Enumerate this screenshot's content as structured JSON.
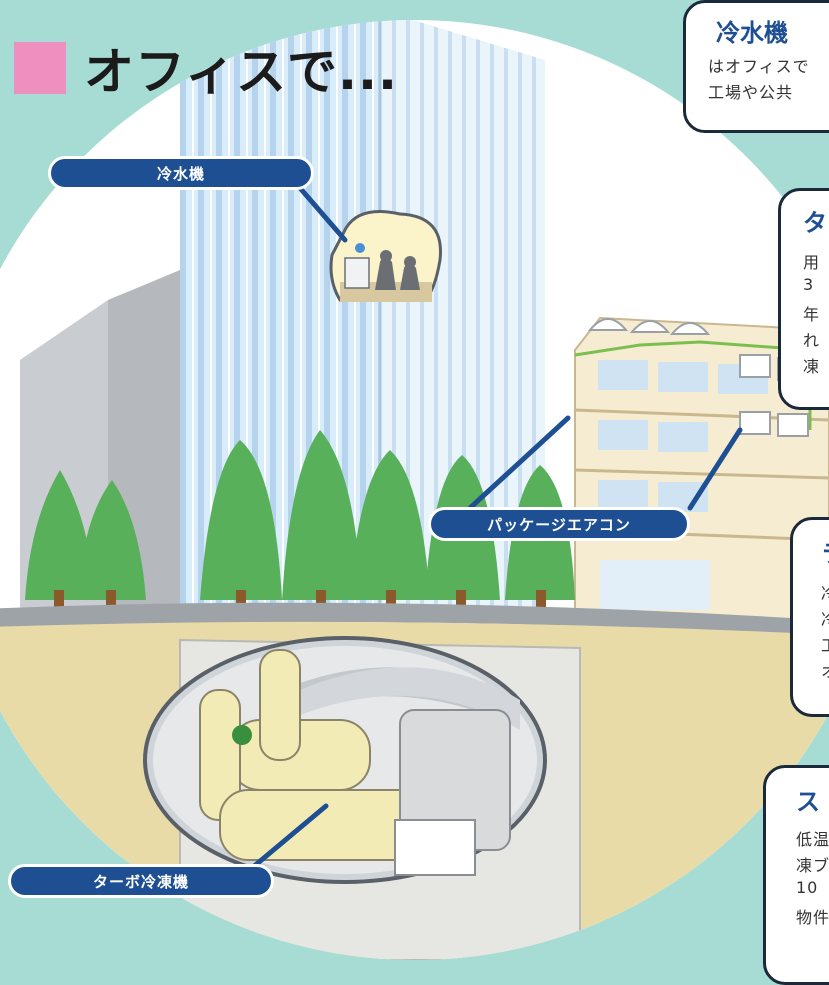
{
  "page": {
    "title": "オフィスで..."
  },
  "labels": {
    "water_chiller": "冷水機",
    "package_aircon": "パッケージエアコン",
    "turbo_refrigerator": "ターボ冷凍機"
  },
  "cards": {
    "water_chiller": {
      "title": "冷水機",
      "lines": [
        "はオフィスで",
        "工場や公共"
      ]
    },
    "card2": {
      "title": "タ",
      "lines": [
        "用",
        "3",
        "年",
        "れ",
        "凍"
      ]
    },
    "card3": {
      "title": "ラ",
      "lines": [
        "冷",
        "冷",
        "工",
        "オ"
      ]
    },
    "card4": {
      "title": "ス",
      "lines": [
        "低温",
        "凍ブ",
        "10",
        "物件"
      ]
    }
  },
  "colors": {
    "background": "#a6dcd3",
    "accent_pink": "#ef8fbf",
    "label_blue": "#1f4f93",
    "card_title_blue": "#1f4f93"
  }
}
